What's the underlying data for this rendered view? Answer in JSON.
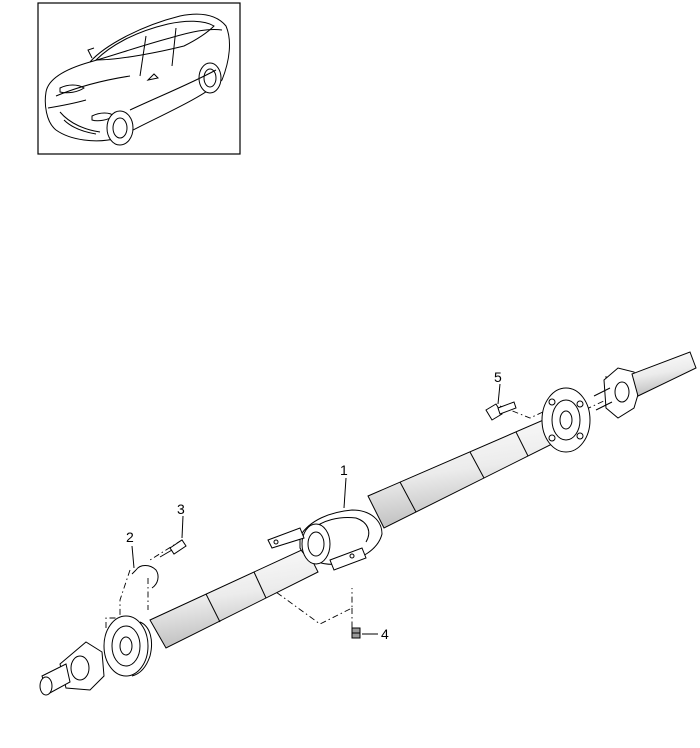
{
  "diagram": {
    "colors": {
      "line": "#000000",
      "background": "#ffffff",
      "shade": "#d8d8d8"
    },
    "callouts": [
      {
        "id": "part-1",
        "label": "1"
      },
      {
        "id": "part-2",
        "label": "2"
      },
      {
        "id": "part-3",
        "label": "3"
      },
      {
        "id": "part-4",
        "label": "4"
      },
      {
        "id": "part-5",
        "label": "5"
      }
    ]
  }
}
